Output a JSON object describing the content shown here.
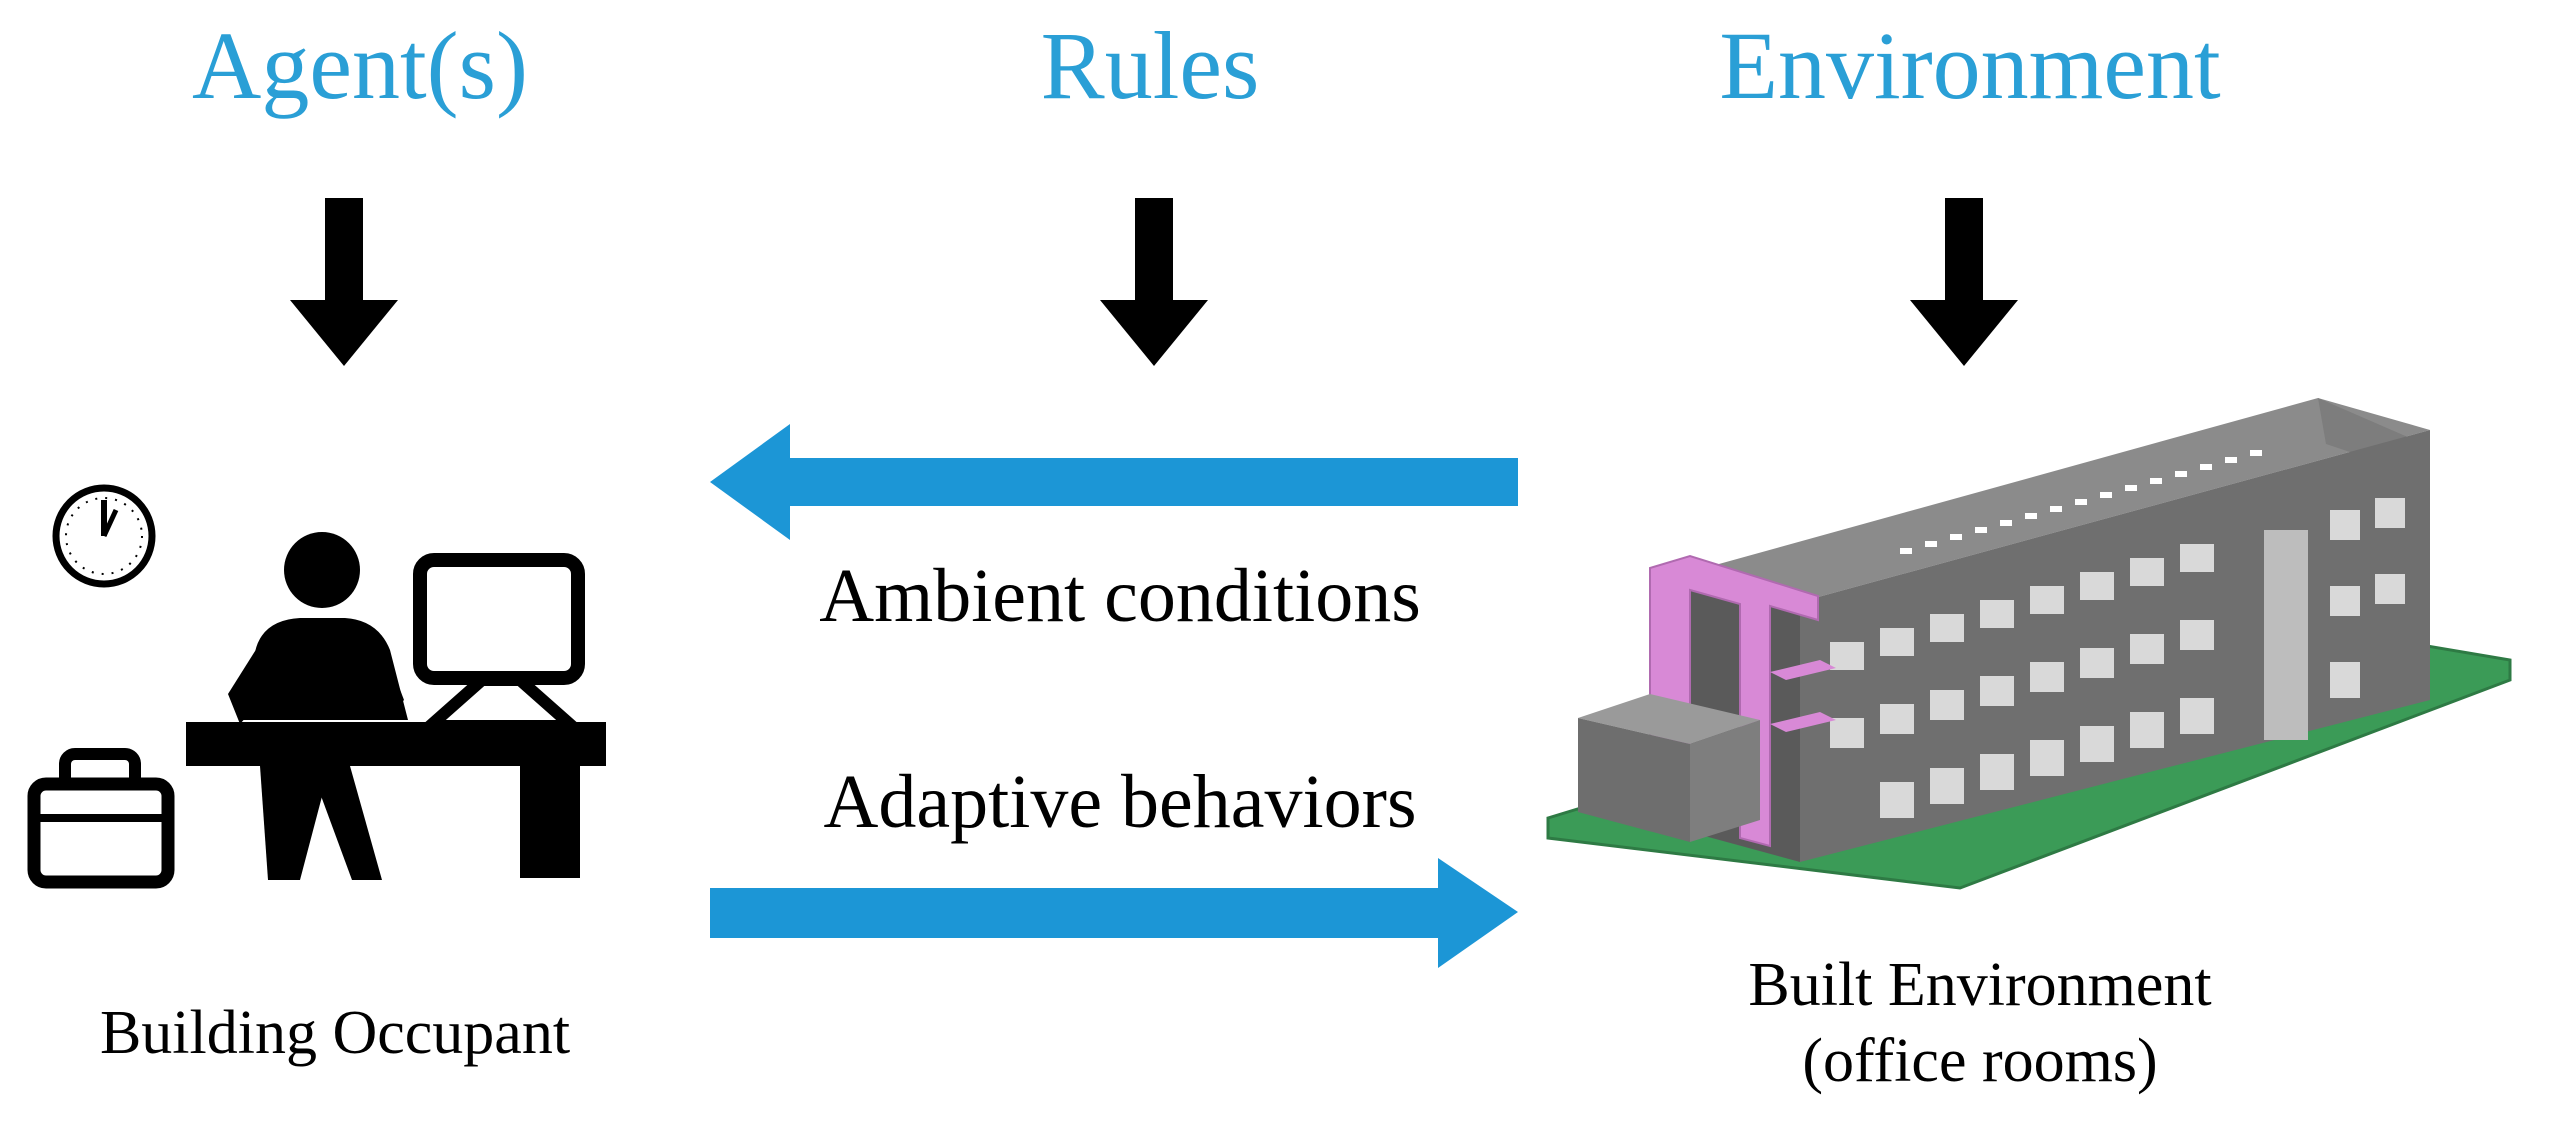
{
  "colors": {
    "accent": "#2a9fd6",
    "flow_arrow": "#1c96d6",
    "down_arrow": "#000000",
    "building_roof": "#8b8b8b",
    "building_wall": "#6f6f6f",
    "building_pink": "#d889d6",
    "ground": "#3b9b57"
  },
  "columns": {
    "agents": {
      "heading": "Agent(s)"
    },
    "rules": {
      "heading": "Rules"
    },
    "environment": {
      "heading": "Environment"
    }
  },
  "flows": {
    "ambient": {
      "label": "Ambient conditions",
      "direction": "left"
    },
    "adaptive": {
      "label": "Adaptive behaviors",
      "direction": "right"
    }
  },
  "captions": {
    "occupant": "Building Occupant",
    "built_line1": "Built Environment",
    "built_line2": "(office rooms)"
  },
  "icons": {
    "occupant": "person-at-desk-icon",
    "clock": "clock-icon",
    "briefcase": "briefcase-icon",
    "monitor": "computer-monitor-icon",
    "building": "office-building-model"
  }
}
